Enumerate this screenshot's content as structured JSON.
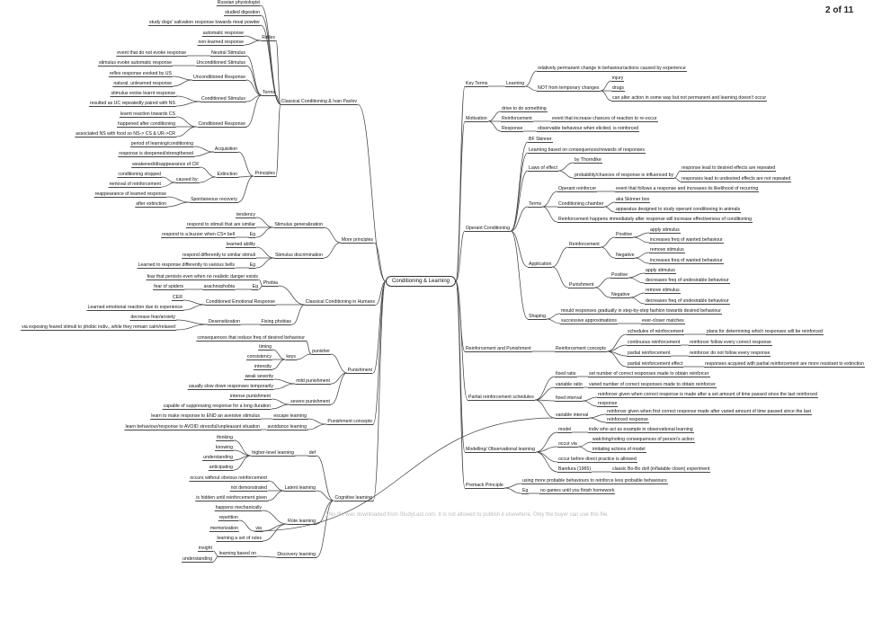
{
  "page_label": "2 of 11",
  "watermark": "This file was downloaded from StudyLast.com. It is not allowed to publish it elsewhere. Only the buyer can use this file.",
  "center": "Conditioning & Learning",
  "left": {
    "classical": {
      "label": "Classical Conditioning & Ivan Pavlov",
      "russian": "Russian physiologist",
      "digestion": "studied digestion",
      "dogs": "study dogs' salivation response towards meat powder",
      "reflex": "Reflex",
      "automatic": "automatic response",
      "nonlearned": "non-learned response",
      "terms": "Terms",
      "ns": "Neutral Stimulus",
      "ns_def": "event that do not evoke response",
      "us": "Unconditioned Stimulus",
      "us_def": "stimulus evoke automatic response",
      "ur": "Unconditioned Response",
      "ur_def1": "reflex response evoked by US",
      "ur_def2": "natural, unlearned response",
      "cs": "Conditioned Stimulus",
      "cs_def1": "stimulus evoke learnt response",
      "cs_def2": "resulted as UC repeatedly paired with NS",
      "cr": "Conditioned Response",
      "cr_def1": "learnt reaction towards CS",
      "cr_def2": "happened after conditioning",
      "cr_def3": "associated NS with food so NS-> CS & UR->CR",
      "principles": "Principles",
      "acquisition": "Acquisition",
      "acq1": "period of learning/conditioning",
      "acq2": "response is deepened/strengthened",
      "extinction": "Extinction",
      "ext1": "weakened/disappearance of  CR",
      "caused_by": "caused by:",
      "ext2": "conditioning stopped",
      "ext3": "removal of reinforcement",
      "spontaneous": "Spontaneous recovery",
      "sr1": "reappearance of learned response",
      "sr2": "after extinction"
    },
    "more": {
      "label": "More principles",
      "gen": "Stimulus generalization",
      "tendency": "tendency",
      "gen1": "respond to stimuli that are similar",
      "eg1": "Eg",
      "gen2": "respond to a buzzer when CS= bell",
      "disc": "Stimulus discrimination",
      "disc0": "learned ability",
      "disc1": "respond differently to similar stimuli",
      "eg2": "Eg",
      "disc2": "Learned to response differently to various bells"
    },
    "humans": {
      "label": "Classical Conditioning in Humans",
      "phobia": "Phobia",
      "phobia1": "fear that persists even when no realistic danger exists",
      "eg": "Eg",
      "arach": "arachnophobia",
      "fear_spiders": "fear of spiders",
      "cer_label": "Conditioned Emotional Response",
      "cer": "CER",
      "cer_def": "Learned emotional reaction due to experience",
      "fixing": "Fixing phobias",
      "desens": "Desensitization",
      "des1": "decrease fear/anxiety",
      "des2": "via exposing feared stimuli to phobic indiv., while they remain calm/relaxed"
    },
    "punishment": {
      "label": "Punishment",
      "punisher": "punisher",
      "pun_def": "consequences that reduce freq of desired behaviour",
      "keys": "keys",
      "timing": "timing",
      "consistency": "consistency",
      "intensity": "intensity",
      "mild": "mild punishment",
      "weak": "weak severity",
      "mild_def": "usually slow down responses temporarily",
      "severe": "severe punishment",
      "intense": "intense punishment",
      "severe_def": "capable of suppressing response for a long duration",
      "concepts": "Punishment concepts",
      "escape": "escape learning",
      "escape_def": "learn to make response to END an aversive stimulus",
      "avoid": "avoidance learning",
      "avoid_def": "learn behaviour/response to AVOID stressful/unpleasant situation"
    },
    "cognitive": {
      "label": "Cognitive learning",
      "def": "def",
      "higher": "higher-level learning",
      "thinking": "thinking",
      "knowing": "knowing",
      "understanding": "understanding",
      "anticipating": "anticipating",
      "latent": "Latent learning",
      "lat1": "occurs without obvious reinforcement",
      "lat2": "not demonstrated",
      "lat3": "is hidden until reinforcement given",
      "rote": "Rote learning",
      "rote1": "happens mechanically",
      "via": "via",
      "repetition": "repetition",
      "memorization": "memorization",
      "rote2": "learning a set of rules",
      "discovery": "Discovery learning",
      "based": "learning based on",
      "insight": "insight",
      "und2": "understanding"
    }
  },
  "right": {
    "key_terms": {
      "label": "Key Terms",
      "learning": "Learning",
      "l1": "relatively permanent change in behaviour/actions caused by experience",
      "not_temp": "NOT from temporary changes",
      "injury": "injury",
      "drugs": "drugs",
      "alter": "can alter action in some way but not permanent and learning doesn't occur"
    },
    "motivation": {
      "label": "Motivation",
      "m1": "drive to do something",
      "reinforcement": "Reinforcement",
      "r1": "event that increase chances of reaction to re-occur",
      "response": "Response",
      "resp1": "observable behaviour when elicited, is reinforced"
    },
    "operant": {
      "label": "Operant Conditioning",
      "skinner": "BF Skinner",
      "based": "Learning based on consequences/rewards of responses",
      "laws": "Laws of effect",
      "thorndike": "by Thorndike",
      "prob": "probability/chances of response is influenced by",
      "prob1": "response lead to desired effects are repeated",
      "prob2": "responses lead to undesired effects are not repeated",
      "terms": "Terms",
      "op_reinf": "Operant reinforcer",
      "op_def": "event that follows a response and increases its likelihood of recurring",
      "chamber": "Conditioning chamber",
      "aka": "aka Skinner box",
      "apparatus": "apparatus designed to study operant conditioning in animals",
      "happens": "Reinforcement happens immediately after response will increase effectiveness of conditioning",
      "application": "Application",
      "reinf": "Reinforcement",
      "positive1": "Positive",
      "apply": "apply stimulus",
      "inc_wanted": "increases freq of wanted behaviour",
      "negative1": "Negative",
      "remove": "remove stimulus",
      "inc_wanted2": "increases freq of wanted behaviour",
      "punish": "Punishment",
      "positive2": "Positive",
      "apply2": "apply stimulus",
      "dec_undes": "decreases freq of undesirable behaviour",
      "negative2": "Negative",
      "remove2": "remove stimulus",
      "dec_undes2": "decreases freq of undesirable behaviour",
      "shaping": "Shaping",
      "sh1": "mould responses gradually in step-by-step fashion towards desired behaviour",
      "successive": "successive approximations",
      "closer": "ever-closer matches"
    },
    "rp": {
      "label": "Reinforcement and Punishment",
      "concepts": "Reinforcement concepts",
      "schedules": "schedules of reinforcement",
      "plans": "plans for determining which responses will be reinforced",
      "continuous": "continuous reinforcement",
      "cont_def": "reinforcer follow every correct response",
      "partial": "partial reinforcement",
      "partial_def": "reinforcer do not follow every response",
      "effect": "partial reinforcement effect",
      "effect_def": "responses acquired with partial reinforcement are more resistant to extinction"
    },
    "partial": {
      "label": "Partial reinforcement schedules",
      "fr": "fixed ratio",
      "fr_def": "set number of correct responses made to obtain reinforcer",
      "vr": "variable ratio",
      "vr_def": "varied number of correct responses made to obtain reinforcer",
      "fi": "fixed interval",
      "fi_def1": "reinforcer given when correct response is made after a set amount of time passed since the last reinforced",
      "fi_def2": "response",
      "vi": "variable interval",
      "vi_def1": "reinforcer given when first correct response made after varied amount of time passed since the last",
      "vi_def2": "reinforced response"
    },
    "modelling": {
      "label": "Modelling/ Observational learning",
      "model": "model",
      "model_def": "indiv who act as example in observational learning",
      "occur": "occur via",
      "watch": "watching/noting consequences of person's action",
      "imitate": "imitating actions of model",
      "before": "occur before direct practice is allowed",
      "bandura": "Bandura (1965)",
      "bobo": "classic Bo-Bo doll (inflatable clown) experiment"
    },
    "premack": {
      "label": "Premack Principle",
      "p1": "using more probable behaviours to reinforce less probable behaviours",
      "eg": "Eg",
      "p2": "no games until you finish homework"
    }
  }
}
